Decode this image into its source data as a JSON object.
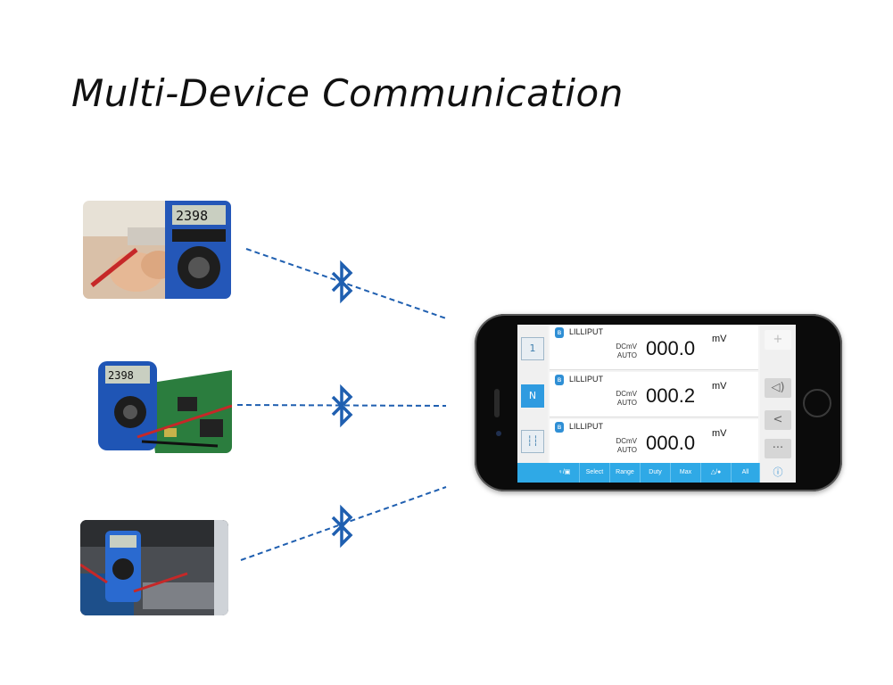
{
  "title": "Multi-Device Communication",
  "app": {
    "left_buttons": [
      {
        "icon": "single-view-icon",
        "label": "1"
      },
      {
        "icon": "multi-view-icon",
        "label": "N"
      },
      {
        "icon": "bar-chart-icon",
        "label": "┆┆"
      }
    ],
    "cards": [
      {
        "device": "LILLIPUT",
        "mode": "DCmV",
        "range": "AUTO",
        "value": "000.0",
        "unit": "mV"
      },
      {
        "device": "LILLIPUT",
        "mode": "DCmV",
        "range": "AUTO",
        "value": "000.2",
        "unit": "mV"
      },
      {
        "device": "LILLIPUT",
        "mode": "DCmV",
        "range": "AUTO",
        "value": "000.0",
        "unit": "mV"
      }
    ],
    "right_buttons": [
      {
        "icon": "plus-icon",
        "glyph": "+"
      },
      {
        "icon": "speaker-icon",
        "glyph": "◁)"
      },
      {
        "icon": "share-icon",
        "glyph": "<"
      },
      {
        "icon": "more-icon",
        "glyph": "···"
      }
    ],
    "toolbar": [
      "♀/▣",
      "Select",
      "Range",
      "Duty",
      "Max",
      "△/●",
      "All"
    ],
    "info_glyph": "ⓘ"
  }
}
